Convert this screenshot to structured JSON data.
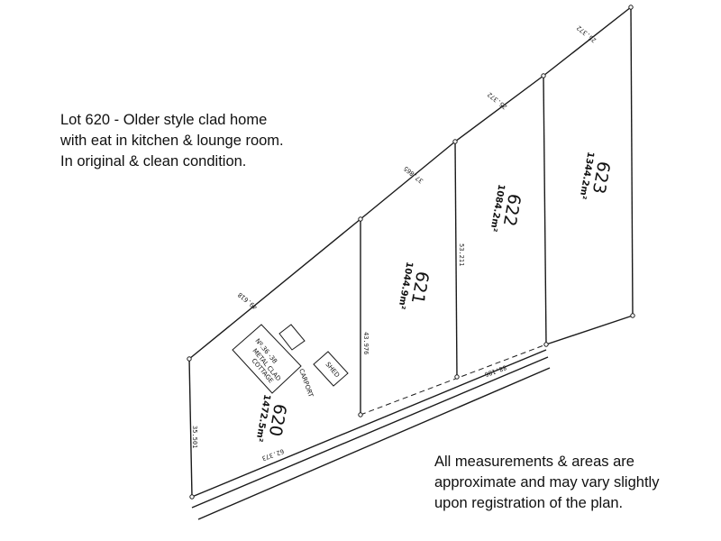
{
  "description": {
    "lines": [
      "Lot 620 - Older style clad home",
      "with eat in kitchen & lounge room.",
      "In original & clean condition."
    ]
  },
  "disclaimer": {
    "lines": [
      "All measurements & areas are",
      "approximate and may vary slightly",
      "upon registration of the plan."
    ]
  },
  "lots": [
    {
      "number": "620",
      "area": "1472.5m²"
    },
    {
      "number": "621",
      "area": "1044.9m²"
    },
    {
      "number": "622",
      "area": "1084.2m²"
    },
    {
      "number": "623",
      "area": "1344.2m²"
    }
  ],
  "dimensions": {
    "top_620": "49.618",
    "top_621": "37.865",
    "top_622": "25.372",
    "top_623": "25.372",
    "left_620": "35.501",
    "bottom_620": "62.373",
    "bottom_front": "88.186",
    "side_620_621": "43.976",
    "side_621_622": "53.211"
  },
  "buildings": {
    "cottage": [
      "Nº.36 -38",
      "METAL CLAD",
      "COTTAGE"
    ],
    "carport": "CARPORT",
    "shed": "SHED"
  }
}
